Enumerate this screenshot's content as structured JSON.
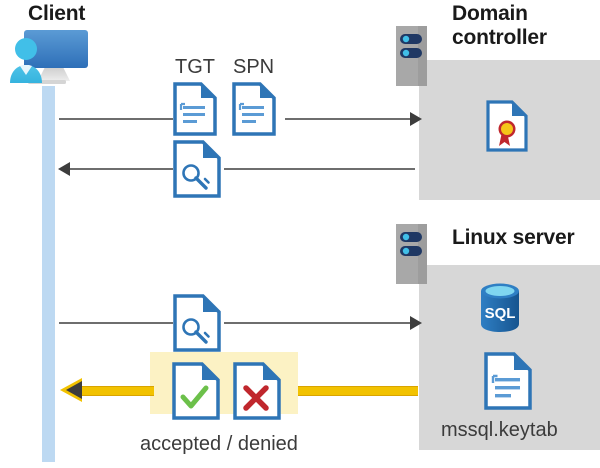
{
  "diagram": {
    "title_client": "Client",
    "title_domain_controller": "Domain controller",
    "title_linux_server": "Linux server",
    "labels": {
      "tgt": "TGT",
      "spn": "SPN",
      "accepted_denied": "accepted / denied",
      "keytab": "mssql.keytab"
    },
    "icons": {
      "client": "client-user-monitor-icon",
      "tgt_document": "document-icon",
      "spn_document": "document-icon",
      "ticket_key_document": "document-with-key-icon",
      "service_ticket_document": "document-with-key-icon",
      "accepted_document": "document-with-green-check-icon",
      "denied_document": "document-with-red-x-icon",
      "certificate": "document-with-certificate-seal-icon",
      "keytab_document": "document-icon",
      "sql_database": "sql-database-icon",
      "domain_controller_rack": "server-rack-icon",
      "linux_server_rack": "server-rack-icon"
    },
    "flows": [
      {
        "id": "flow-1",
        "direction": "right",
        "from": "Client",
        "to": "Domain controller",
        "payload": "TGT SPN",
        "color": "#6e6e6e"
      },
      {
        "id": "flow-2",
        "direction": "left",
        "from": "Domain controller",
        "to": "Client",
        "payload": "service ticket",
        "color": "#6e6e6e"
      },
      {
        "id": "flow-3",
        "direction": "right",
        "from": "Client",
        "to": "Linux server",
        "payload": "service ticket",
        "color": "#6e6e6e"
      },
      {
        "id": "flow-4",
        "direction": "left",
        "from": "Linux server",
        "to": "Client",
        "payload": "accepted / denied",
        "color": "#f2c200"
      }
    ],
    "colors": {
      "panel_gray": "#d7d7d7",
      "lifeline_blue": "#bdd9f2",
      "highlight_yellow": "#fcf2c4",
      "arrow_yellow": "#f2c200",
      "arrow_gray": "#3d3d3d",
      "doc_blue": "#2e75b6",
      "check_green": "#6cc04a",
      "x_red": "#c0272d",
      "sql_blue": "#1f6cb0",
      "rack_gray": "#9d9d9d",
      "rack_navy": "#1f3864",
      "rack_cyan": "#41bfe8",
      "seal_gold": "#f5c518",
      "seal_red": "#c0272d",
      "text_dark": "#1a1a1a",
      "text_body": "#3b3b3b"
    }
  }
}
